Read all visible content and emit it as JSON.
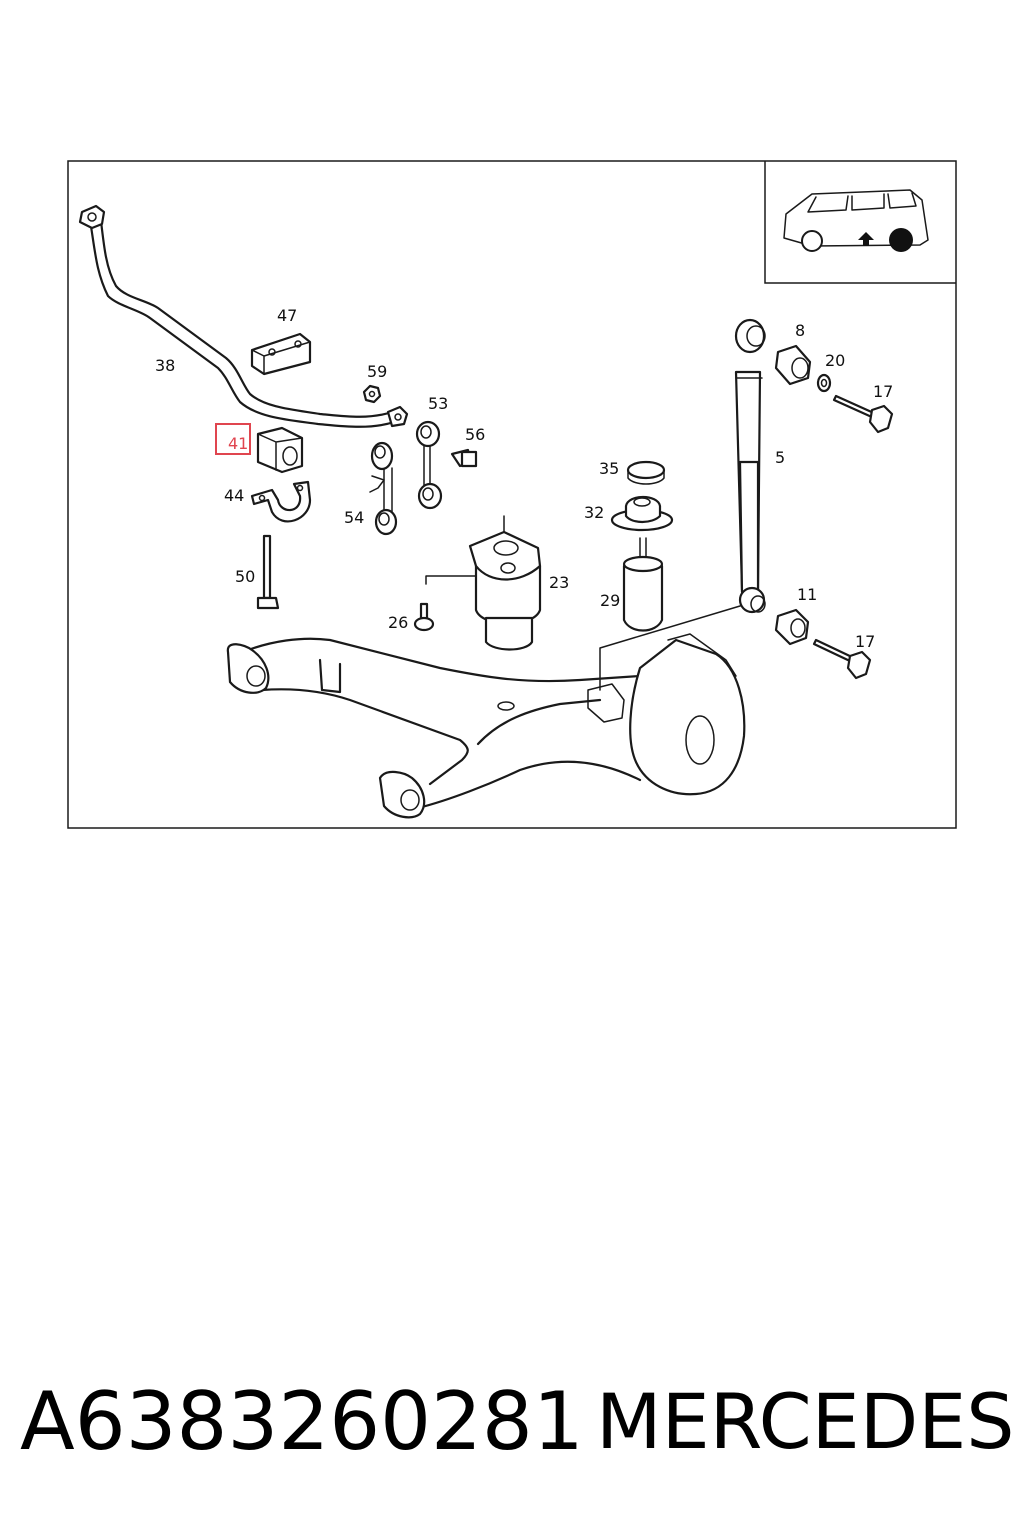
{
  "caption": {
    "part_number": "A6383260281",
    "brand": "MERCEDES"
  },
  "highlight": {
    "callout": "41",
    "color": "#e0454f"
  },
  "callouts": {
    "c47": "47",
    "c38": "38",
    "c59": "59",
    "c53": "53",
    "c56": "56",
    "c41": "41",
    "c44": "44",
    "c54": "54",
    "c50": "50",
    "c26": "26",
    "c23": "23",
    "c35": "35",
    "c32": "32",
    "c29": "29",
    "c8": "8",
    "c20": "20",
    "c17a": "17",
    "c5": "5",
    "c11": "11",
    "c17b": "17"
  },
  "icons": {
    "vehicle_locator": "van-rear-axle-locator-icon"
  }
}
